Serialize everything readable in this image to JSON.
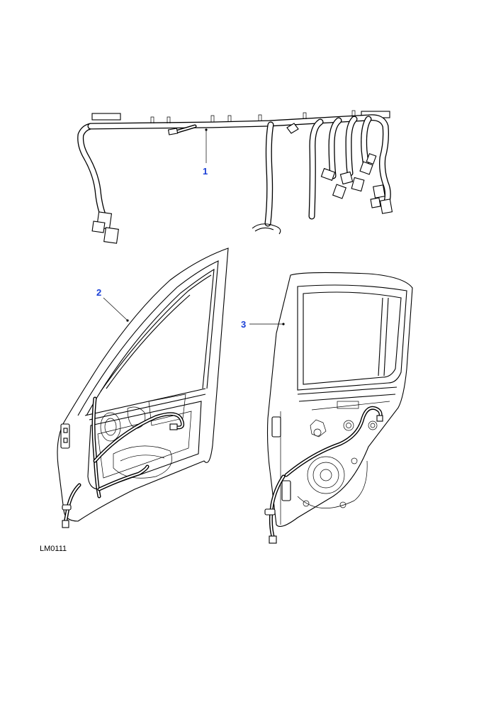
{
  "callouts": [
    {
      "id": "1",
      "label": "1"
    },
    {
      "id": "2",
      "label": "2"
    },
    {
      "id": "3",
      "label": "3"
    }
  ],
  "reference_code": "LM0111",
  "colors": {
    "callout": "#1a3fd6",
    "line": "#000000",
    "background": "#ffffff"
  }
}
